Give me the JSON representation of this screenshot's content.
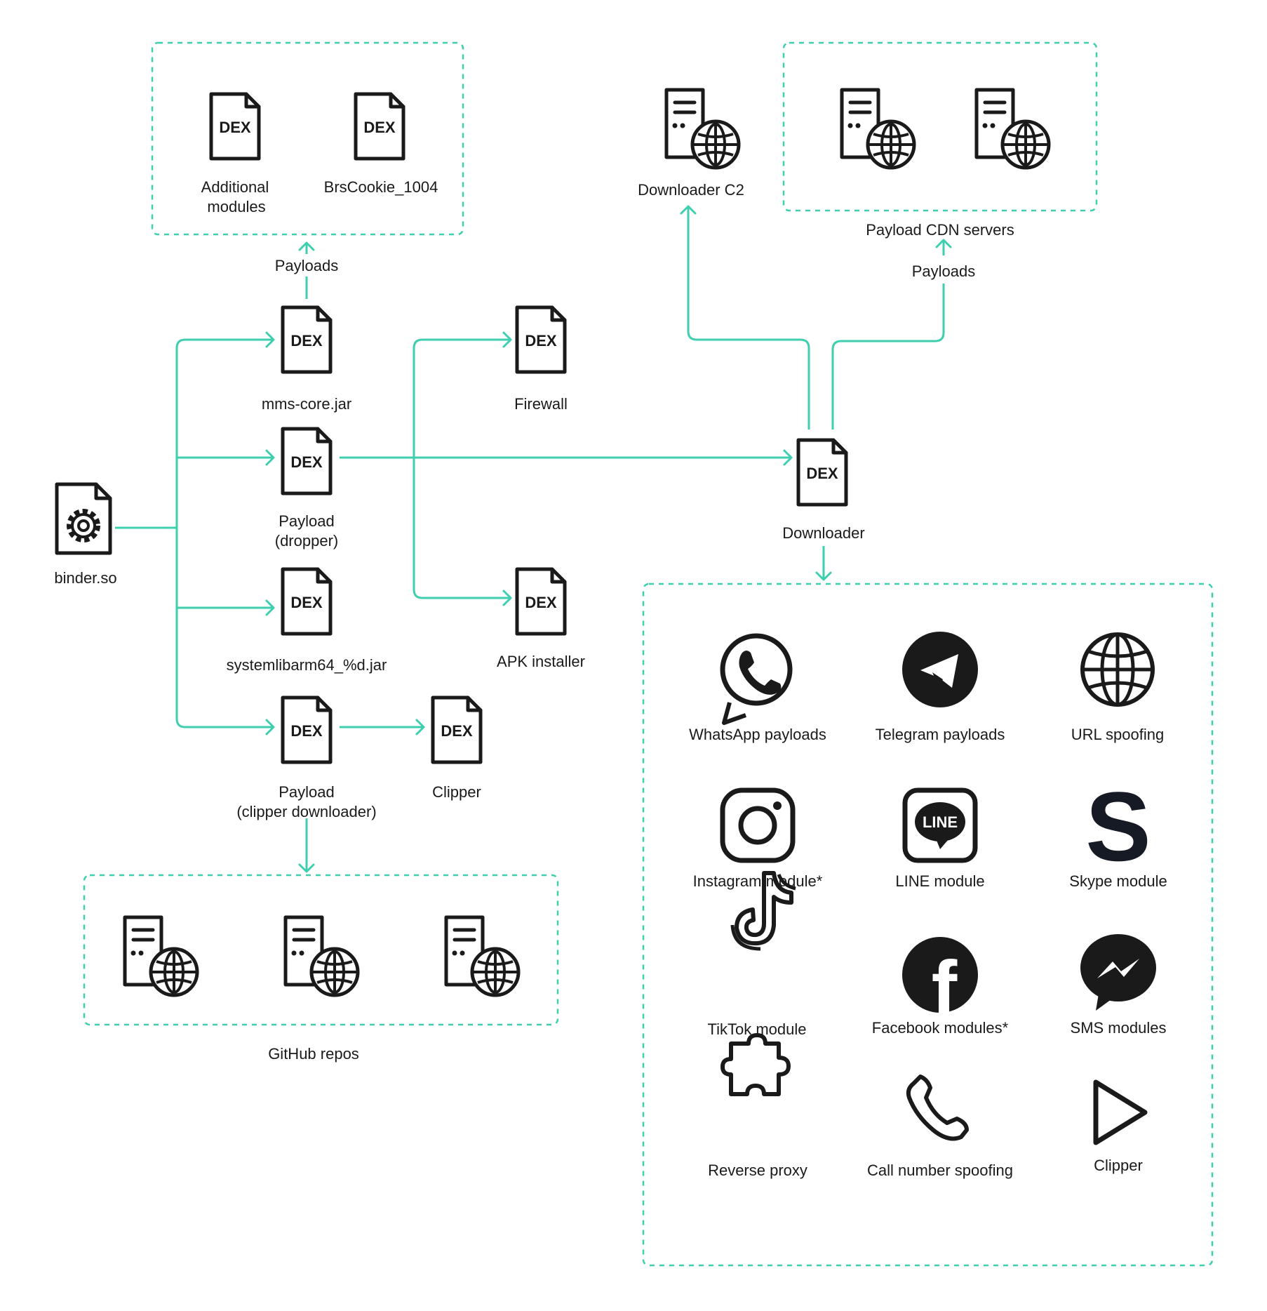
{
  "colors": {
    "connector": "#3ecfae",
    "icon": "#1a1a1a",
    "background": "#ffffff"
  },
  "file_tag": "DEX",
  "nodes": {
    "binder": "binder.so",
    "mms_core": "mms-core.jar",
    "payload_dropper_1": "Payload",
    "payload_dropper_2": "(dropper)",
    "systemlib": "systemlibarm64_%d.jar",
    "payload_clipper_dl_1": "Payload",
    "payload_clipper_dl_2": "(clipper downloader)",
    "clipper_dex": "Clipper",
    "firewall": "Firewall",
    "apk_installer": "APK installer",
    "downloader": "Downloader",
    "downloader_c2": "Downloader C2",
    "additional_modules_1": "Additional",
    "additional_modules_2": "modules",
    "brscookie": "BrsCookie_1004"
  },
  "edge_labels": {
    "payloads_top": "Payloads",
    "payloads_cdn": "Payloads"
  },
  "groups": {
    "payload_cdn": "Payload CDN servers",
    "github": "GitHub repos"
  },
  "modules": [
    {
      "label": "WhatsApp payloads",
      "icon": "whatsapp-icon"
    },
    {
      "label": "Telegram payloads",
      "icon": "telegram-icon"
    },
    {
      "label": "URL spoofing",
      "icon": "globe-icon"
    },
    {
      "label": "Instagram module*",
      "icon": "instagram-icon"
    },
    {
      "label": "LINE module",
      "icon": "line-icon",
      "badge": "LINE"
    },
    {
      "label": "Skype module",
      "icon": "skype-icon",
      "glyph": "S"
    },
    {
      "label": "TikTok module",
      "icon": "tiktok-icon"
    },
    {
      "label": "Facebook modules*",
      "icon": "facebook-icon",
      "glyph": "f"
    },
    {
      "label": "SMS modules",
      "icon": "messenger-icon"
    },
    {
      "label": "Reverse proxy",
      "icon": "puzzle-icon"
    },
    {
      "label": "Call number spoofing",
      "icon": "phone-icon"
    },
    {
      "label": "Clipper",
      "icon": "play-icon"
    }
  ]
}
